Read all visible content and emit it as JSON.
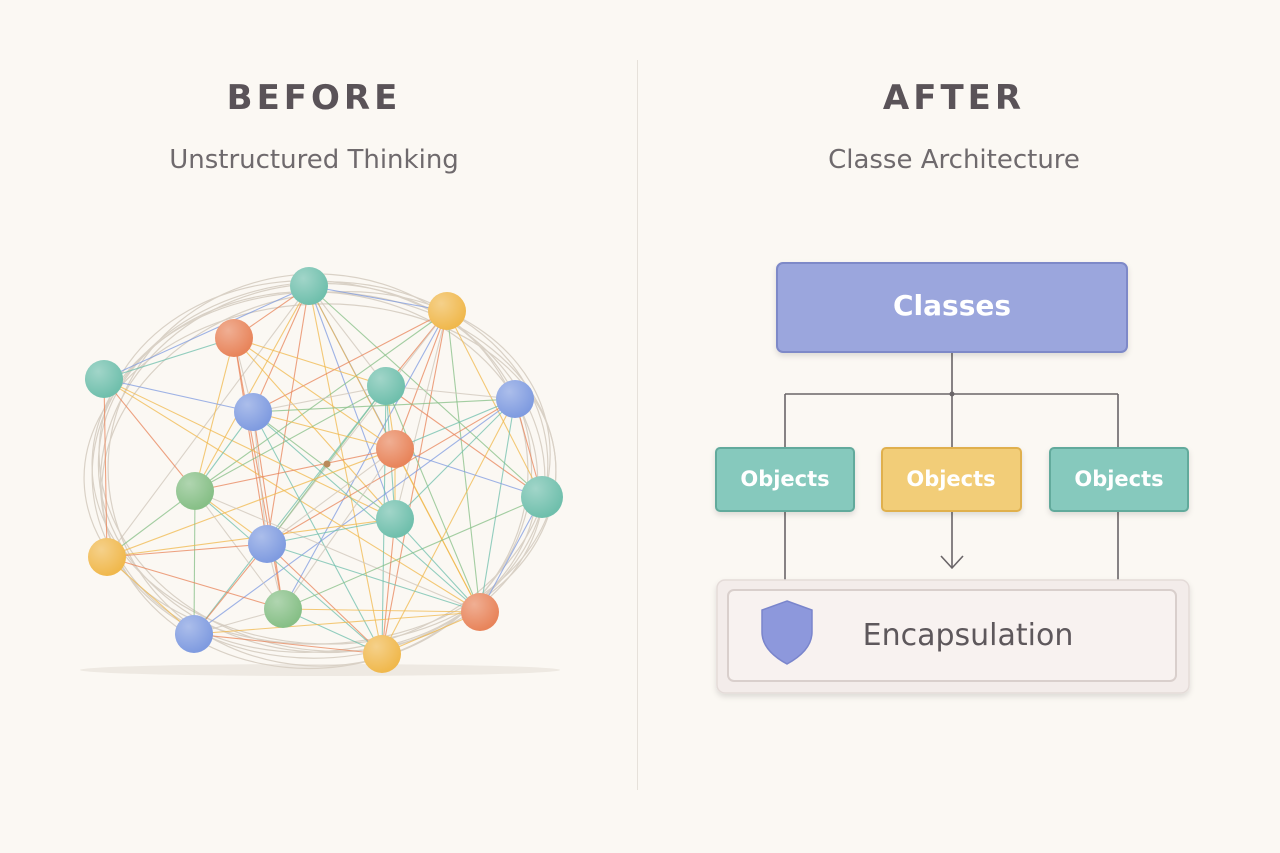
{
  "before": {
    "heading": "BEFORE",
    "subheading": "Unstructured Thinking"
  },
  "after": {
    "heading": "AFTER",
    "subheading": "Classe Architecture",
    "top_box": {
      "label": "Classes",
      "color": "#9ba6dd"
    },
    "children": [
      {
        "label": "Objects",
        "color": "#86c9bd"
      },
      {
        "label": "Objects",
        "color": "#f2cd78"
      },
      {
        "label": "Objects",
        "color": "#86c9bd"
      }
    ],
    "bottom_box": {
      "label": "Encapsulation",
      "icon": "shield-icon",
      "icon_color": "#8d98dc"
    }
  },
  "palette": {
    "teal": "#6fbfac",
    "orange": "#e8845a",
    "yellow": "#f0b84c",
    "blue": "#7f9be0",
    "green": "#86bf86"
  }
}
